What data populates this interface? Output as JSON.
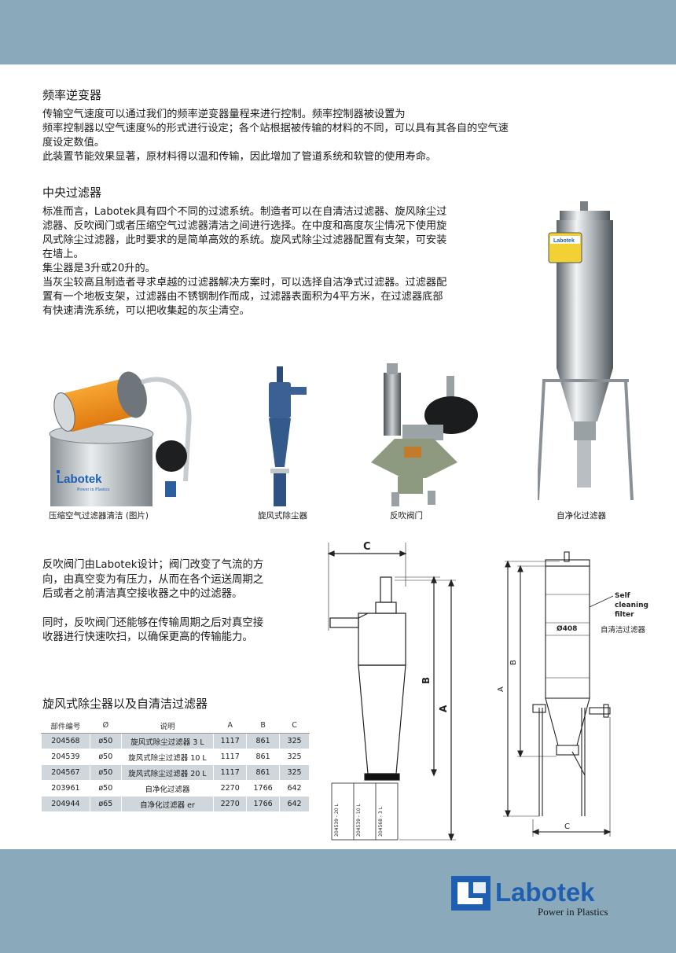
{
  "section_inverter": {
    "title": "频率逆变器",
    "lines": [
      "传输空气速度可以通过我们的频率逆变器量程来进行控制。频率控制器被设置为",
      "频率控制器以空气速度%的形式进行设定；各个站根据被传输的材料的不同，可以具有其各自的空气速",
      "度设定数值。",
      "此装置节能效果显著，原材料得以温和传输，因此增加了管道系统和软管的使用寿命。"
    ]
  },
  "section_filter": {
    "title": "中央过滤器",
    "lines": [
      "标准而言，Labotek具有四个不同的过滤系统。制造者可以在自清洁过滤器、旋风除尘过",
      "滤器、反吹阀门或者压缩空气过滤器清洁之间进行选择。在中度和高度灰尘情况下使用旋",
      "风式除尘过滤器，此时要求的是简单高效的系统。旋风式除尘过滤器配置有支架，可安装",
      "在墙上。",
      "集尘器是3升或20升的。",
      "当灰尘较高且制造者寻求卓越的过滤器解决方案时，可以选择自洁净式过滤器。过滤器配",
      "置有一个地板支架，过滤器由不锈钢制作而成，过滤器表面积为4平方米，在过滤器底部",
      "有快速清洗系统，可以把收集起的灰尘清空。"
    ]
  },
  "captions": {
    "compressed": "压缩空气过滤器清洁 (图片)",
    "cyclone": "旋风式除尘器",
    "blowback": "反吹阀门",
    "selfclean": "自净化过滤器"
  },
  "photo_brand": {
    "name": "Labotek",
    "tagline": "Power in Plastics"
  },
  "section_valve": {
    "lines": [
      "反吹阀门由Labotek设计；阀门改变了气流的方",
      "向，由真空变为有压力，从而在各个运送周期之",
      "后或者之前清洁真空接收器之中的过滤器。",
      "",
      "同时，反吹阀门还能够在传输周期之后对真空接",
      "收器进行快速吹扫，以确保更高的传输能力。"
    ]
  },
  "table": {
    "title": "旋风式除尘器以及自清洁过滤器",
    "headers": [
      "部件编号",
      "Ø",
      "说明",
      "A",
      "B",
      "C"
    ],
    "rows": [
      [
        "204568",
        "ø50",
        "旋风式除尘过滤器  3 L",
        "1117",
        "861",
        "325"
      ],
      [
        "204539",
        "ø50",
        "旋风式除尘过滤器  10 L",
        "1117",
        "861",
        "325"
      ],
      [
        "204567",
        "ø50",
        "旋风式除尘过滤器  20 L",
        "1117",
        "861",
        "325"
      ],
      [
        "203961",
        "ø50",
        "自净化过滤器",
        "2270",
        "1766",
        "642"
      ],
      [
        "204944",
        "ø65",
        "自净化过滤器 er",
        "2270",
        "1766",
        "642"
      ]
    ]
  },
  "drawing_cyclone": {
    "label_a": "A",
    "label_b": "B",
    "label_c": "C",
    "bin_labels": [
      "204539 - 20 L",
      "204539 - 10 L",
      "204568 - 3 L"
    ]
  },
  "drawing_selfclean": {
    "label_a": "A",
    "label_b": "B",
    "label_c": "C",
    "diameter": "Ø408",
    "callout_lines": [
      "Self",
      "cleaning",
      "filter"
    ],
    "callout_cn": "自清洁过滤器"
  },
  "footer_logo": {
    "name": "Labotek",
    "tagline": "Power in Plastics"
  },
  "colors": {
    "band": "#8aa9bb",
    "logo_blue": "#1f5fb0",
    "table_row": "#cfd7dc"
  }
}
